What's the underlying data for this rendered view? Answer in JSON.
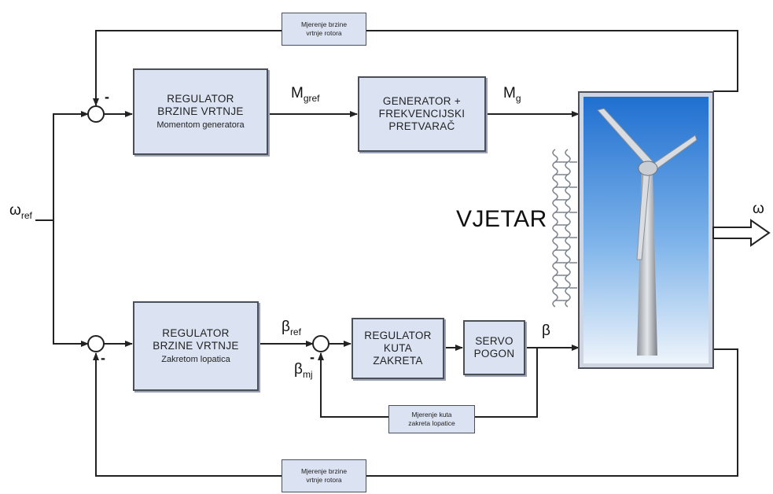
{
  "measure_top": {
    "line1": "Mjerenje brzine",
    "line2": "vrtnje rotora"
  },
  "measure_bottom": {
    "line1": "Mjerenje brzine",
    "line2": "vrtnje rotora"
  },
  "measure_pitch": {
    "line1": "Mjerenje kuta",
    "line2": "zakreta lopatice"
  },
  "reg_speed_torque": {
    "line1": "REGULATOR",
    "line2": "BRZINE VRTNJE",
    "line3": "Momentom generatora"
  },
  "generator": {
    "line1": "GENERATOR +",
    "line2": "FREKVENCIJSKI",
    "line3": "PRETVARAČ"
  },
  "reg_speed_pitch": {
    "line1": "REGULATOR",
    "line2": "BRZINE VRTNJE",
    "line3": "Zakretom lopatica"
  },
  "reg_angle": {
    "line1": "REGULATOR",
    "line2": "KUTA",
    "line3": "ZAKRETA"
  },
  "servo": {
    "line1": "SERVO",
    "line2": "POGON"
  },
  "signals": {
    "omega_ref": {
      "main": "ω",
      "sub": "ref"
    },
    "m_gref": {
      "main": "M",
      "sub": "gref"
    },
    "m_g": {
      "main": "M",
      "sub": "g"
    },
    "beta_ref": {
      "main": "β",
      "sub": "ref"
    },
    "beta_mj": {
      "main": "β",
      "sub": "mj"
    },
    "beta": "β",
    "omega": "ω"
  },
  "signs": {
    "minus": "-"
  },
  "wind_label": "VJETAR",
  "colors": {
    "box_fill": "#dbe3f3",
    "box_border": "#4a4f5a",
    "line": "#222222",
    "sky_top": "#1f6fd0",
    "sky_bottom": "#e8f1fb"
  }
}
